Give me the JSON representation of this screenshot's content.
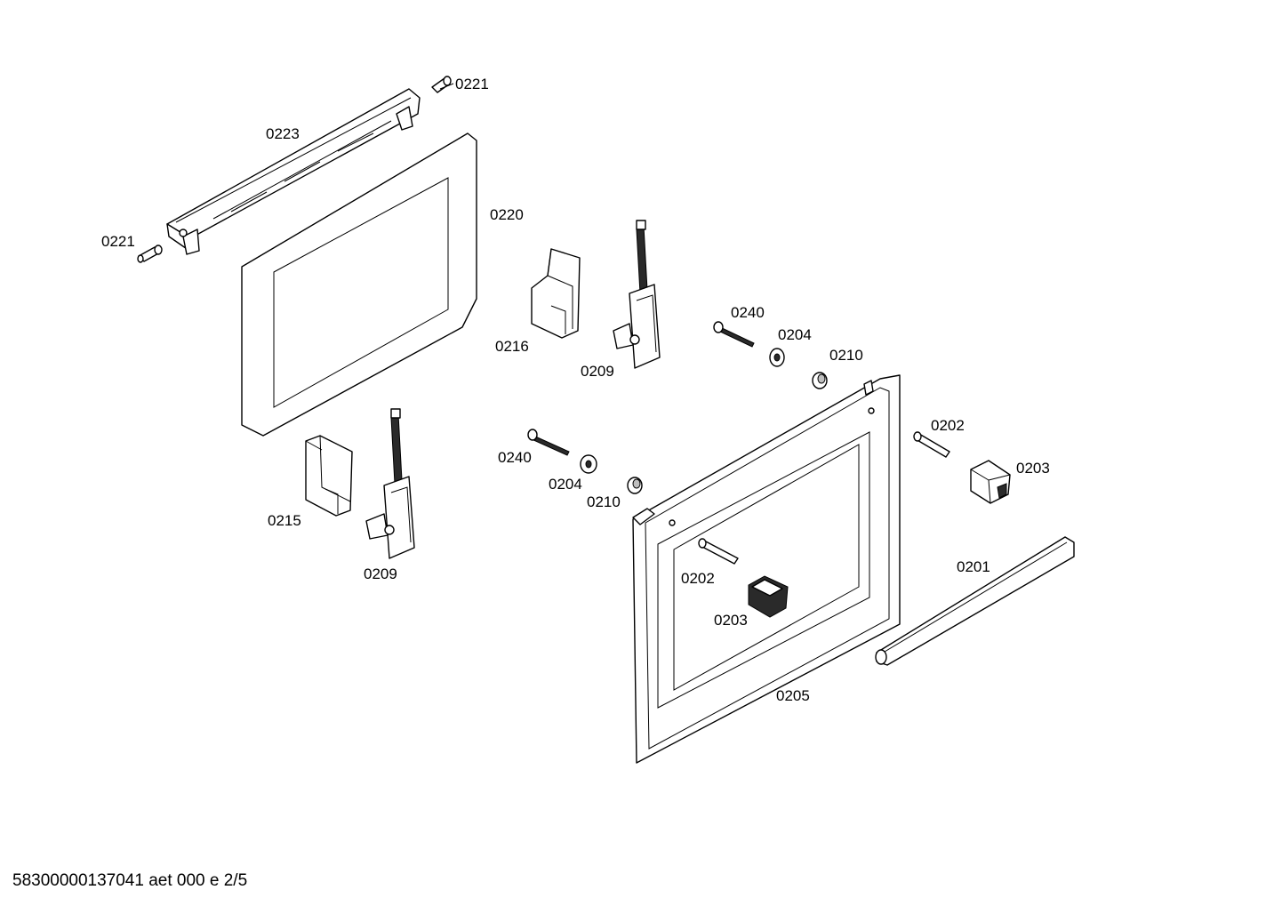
{
  "labels": {
    "p0221_top": "0221",
    "p0223": "0223",
    "p0221_left": "0221",
    "p0220": "0220",
    "p0216": "0216",
    "p0209_top": "0209",
    "p0240_top": "0240",
    "p0204_top": "0204",
    "p0210_top": "0210",
    "p0202_top": "0202",
    "p0203_top": "0203",
    "p0240_mid": "0240",
    "p0204_mid": "0204",
    "p0210_mid": "0210",
    "p0215": "0215",
    "p0209_bottom": "0209",
    "p0202_inner": "0202",
    "p0203_inner": "0203",
    "p0201": "0201",
    "p0205": "0205"
  },
  "footer": "58300000137041 aet 000 e 2/5"
}
